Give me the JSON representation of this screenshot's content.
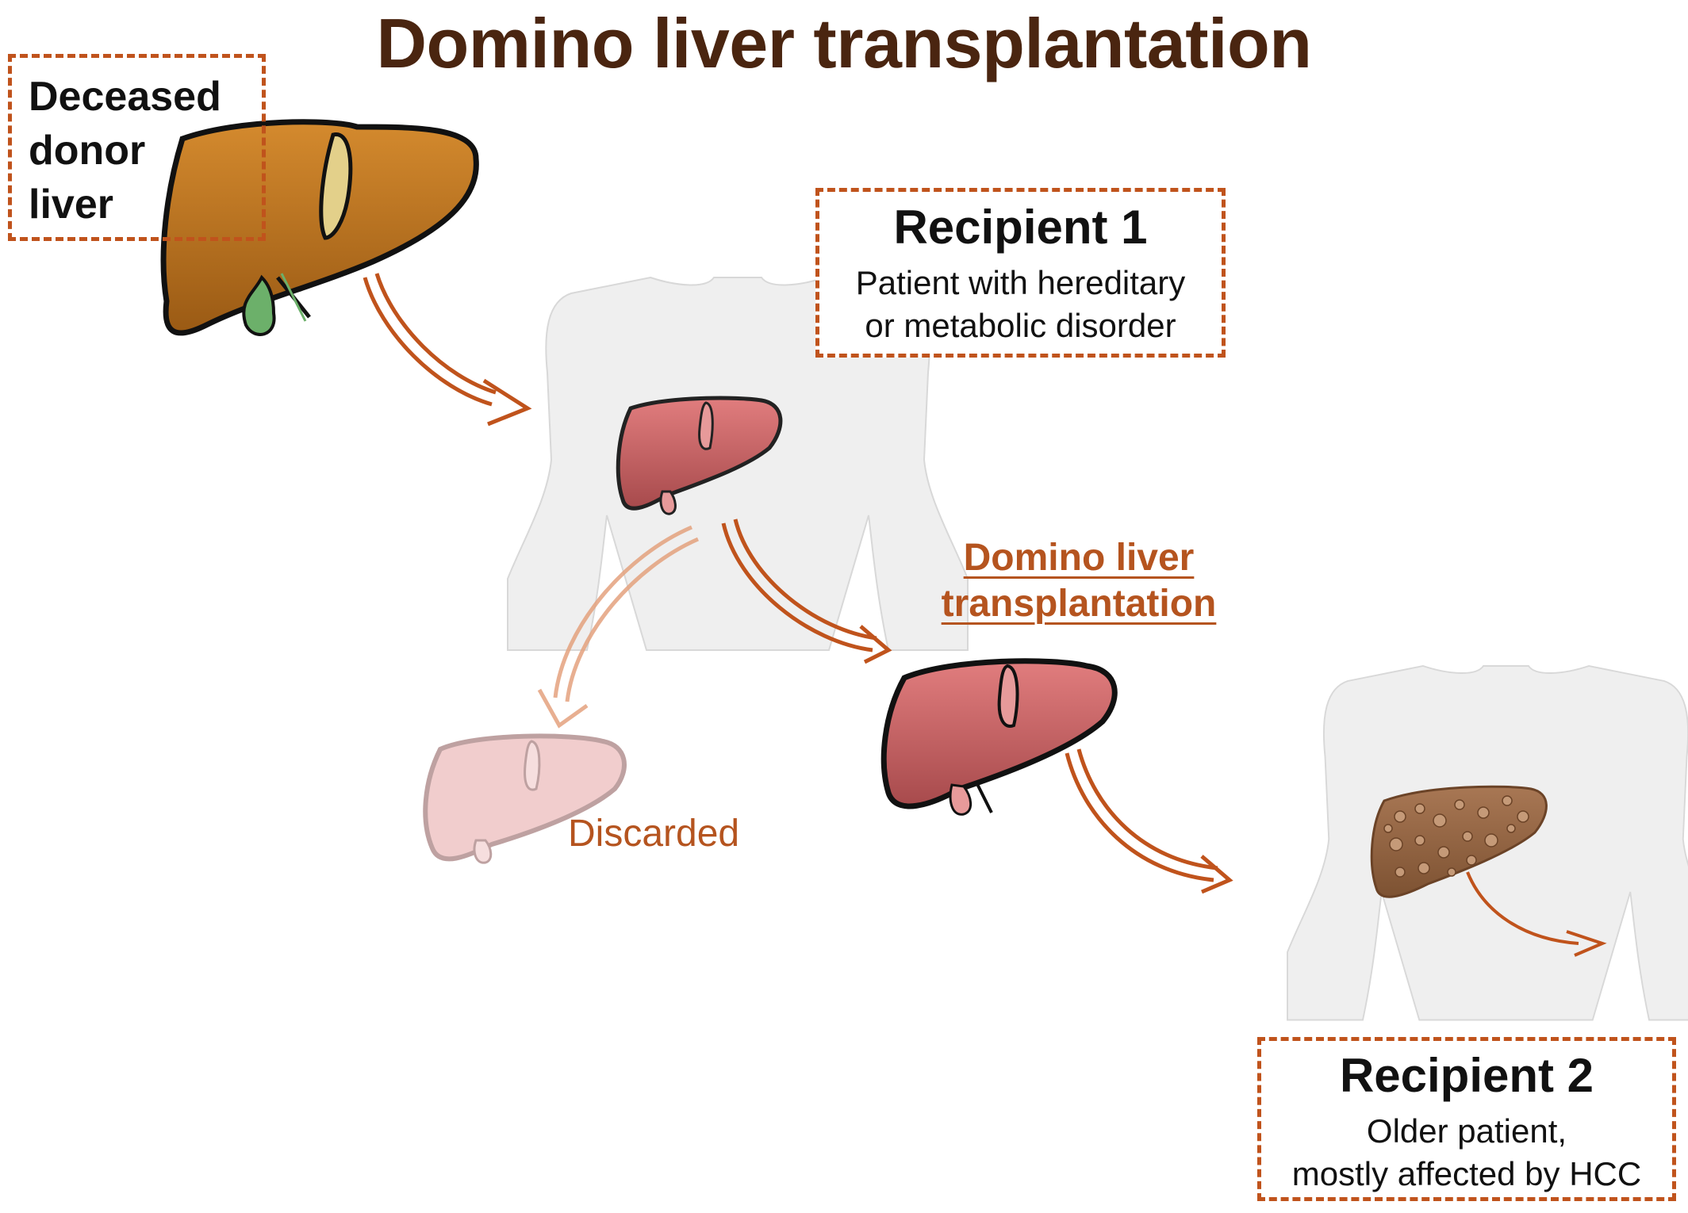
{
  "title": "Domino liver transplantation",
  "donor": {
    "lines": [
      "Deceased",
      "donor",
      "liver"
    ]
  },
  "recipient1": {
    "title": "Recipient 1",
    "lines": [
      "Patient with hereditary",
      "or metabolic disorder"
    ]
  },
  "domino_label": {
    "lines": [
      "Domino liver",
      "transplantation"
    ]
  },
  "discarded_label": "Discarded",
  "recipient2": {
    "title": "Recipient 2",
    "lines": [
      "Older patient,",
      "mostly affected by HCC"
    ]
  },
  "colors": {
    "title": "#4a2510",
    "accent": "#c0531c",
    "healthy_liver": "#b8731f",
    "recipient_liver": "#c85c5e",
    "discarded_liver": "#e7a6a6",
    "hcc_liver": "#9a6a48",
    "body": "#efefef"
  }
}
